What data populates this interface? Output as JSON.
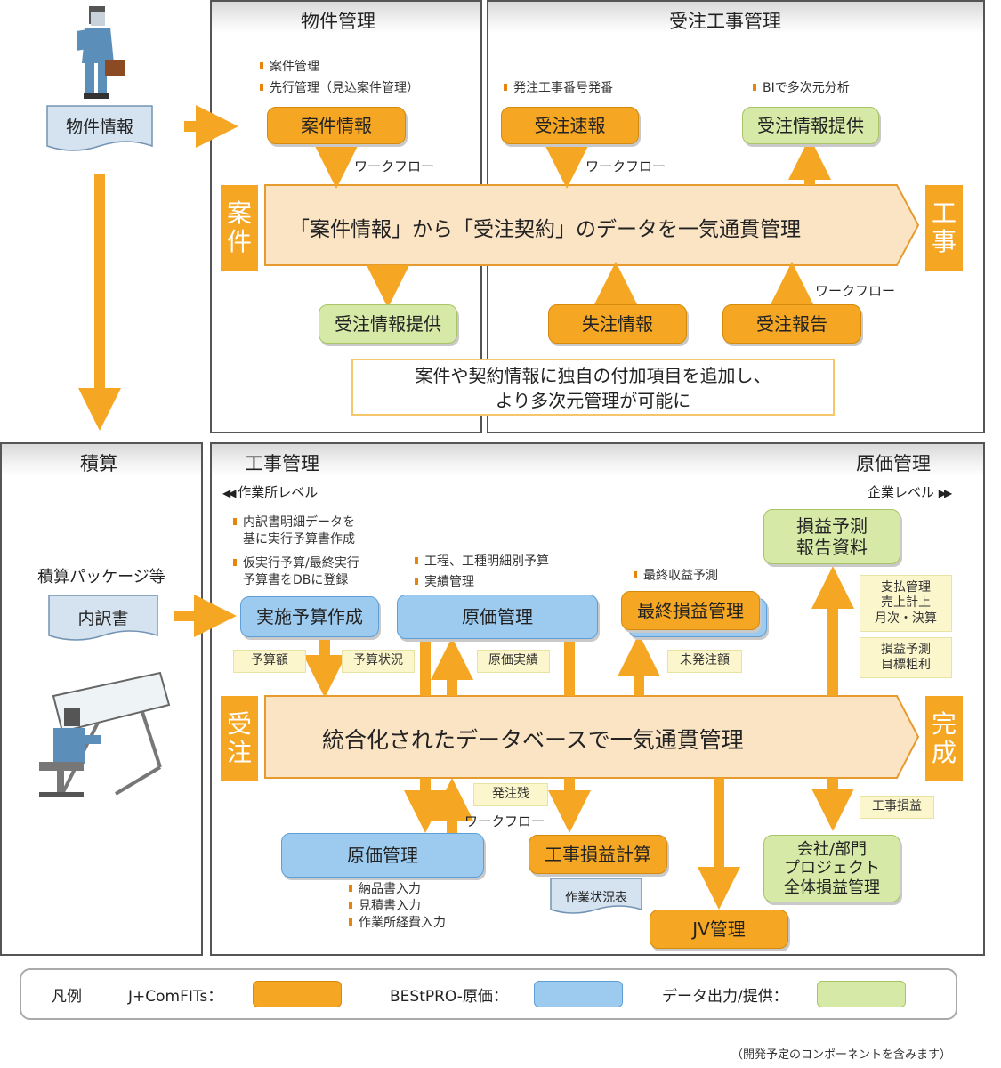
{
  "panels": {
    "bukken": "物件管理",
    "juchu": "受注工事管理",
    "sekisan": "積算",
    "koji": "工事管理",
    "genka": "原価管理"
  },
  "left": {
    "bukken_info": "物件情報",
    "sekisan_package": "積算パッケージ等",
    "uchiwake": "内訳書"
  },
  "top": {
    "notes_anken": [
      "案件管理",
      "先行管理（見込案件管理）"
    ],
    "anken_info": "案件情報",
    "workflow": "ワークフロー",
    "note_hacchu": "発注工事番号発番",
    "juchu_sokuho": "受注速報",
    "note_bi": "BIで多次元分析",
    "juchu_info_teikyo": "受注情報提供",
    "side_left": [
      "案",
      "件"
    ],
    "side_right": [
      "工",
      "事"
    ],
    "banner": "「案件情報」から「受注契約」のデータを一気通貫管理",
    "juchu_info_teikyo2": "受注情報提供",
    "shicchu": "失注情報",
    "juchu_hokoku": "受注報告",
    "callout_line1": "案件や契約情報に独自の付加項目を追加し、",
    "callout_line2": "より多次元管理が可能に"
  },
  "bottom": {
    "sagyosho_level": "作業所レベル",
    "kigyo_level": "企業レベル",
    "notes_jisshi": [
      "内訳書明細データを",
      "基に実行予算書作成",
      "仮実行予算/最終実行",
      "予算書をDBに登録"
    ],
    "notes_genka": [
      "工程、工種明細別予算",
      "実績管理"
    ],
    "note_saishu": "最終収益予測",
    "soneki_yosoku": [
      "損益予測",
      "報告資料"
    ],
    "jisshi_yosan": "実施予算作成",
    "genka_kanri": "原価管理",
    "saishu_soneki": "最終損益管理",
    "tag_yosangaku": "予算額",
    "tag_yosan_jokyo": "予算状況",
    "tag_genka_jisseki": "原価実績",
    "tag_mihacchu": "未発注額",
    "tag_shiharai": [
      "支払管理",
      "売上計上",
      "月次・決算"
    ],
    "tag_soneki_mokuhyo": [
      "損益予測",
      "目標粗利"
    ],
    "side_left": [
      "受",
      "注"
    ],
    "side_right": [
      "完",
      "成"
    ],
    "banner": "統合化されたデータベースで一気通貫管理",
    "tag_hacchuzan": "発注残",
    "workflow": "ワークフロー",
    "tag_koji_soneki": "工事損益",
    "genka_kanri2": "原価管理",
    "koji_soneki": "工事損益計算",
    "sagyo_jokyo": "作業状況表",
    "jv": "JV管理",
    "kaisha": [
      "会社/部門",
      "プロジェクト",
      "全体損益管理"
    ],
    "notes_nohin": [
      "納品書入力",
      "見積書入力",
      "作業所経費入力"
    ]
  },
  "legend": {
    "title": "凡例",
    "item1": "J+ComFITs：",
    "item2": "BEStPRO-原価：",
    "item3": "データ出力/提供：",
    "colors": {
      "orange": "#f5a623",
      "blue": "#9dcbf0",
      "green": "#d6e9a6"
    }
  },
  "footnote": "（開発予定のコンポーネントを含みます）"
}
